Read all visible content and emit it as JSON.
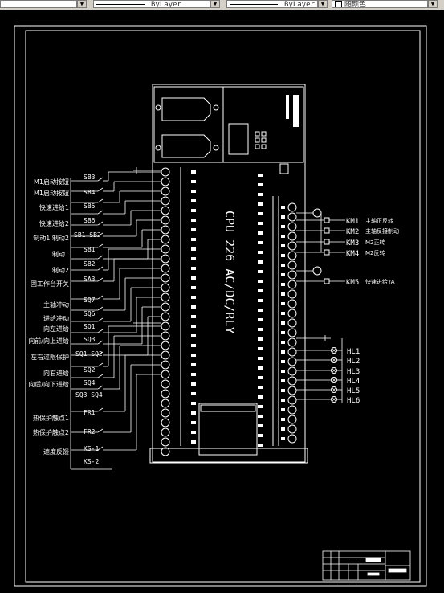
{
  "toolbar": {
    "linetype": "ByLayer",
    "lineweight": "ByLayer",
    "color": "随颜色"
  },
  "plc": {
    "cpu_label": "CPU 226 AC/DC/RLY"
  },
  "input_labels": [
    "M1启动按钮",
    "M1启动按钮",
    "快速进给1",
    "快速进给2",
    "制动1 制动2",
    "制动1",
    "制动2",
    "固工作台开关",
    "主轴冲动",
    "进给冲动",
    "向左进给",
    "向前/向上进给",
    "左右过限保护",
    "向右进给",
    "向后/向下进给",
    "热保护触点1",
    "热保护触点2",
    "速度反馈"
  ],
  "contact_labels": [
    "SB3",
    "SB4",
    "SB5",
    "SB6",
    "SB1 SB2",
    "SB1",
    "SB2",
    "SA3",
    "SQ7",
    "SQ6",
    "SQ1",
    "SQ3",
    "SQ1 SQ2",
    "SQ2",
    "SQ4",
    "SQ3 SQ4",
    "FR1",
    "FR2",
    "KS-1",
    "KS-2"
  ],
  "outputs": [
    {
      "tag": "KM1",
      "desc": "主轴正反转"
    },
    {
      "tag": "KM2",
      "desc": "主轴反接制动"
    },
    {
      "tag": "KM3",
      "desc": "M2正转"
    },
    {
      "tag": "KM4",
      "desc": "M2反转"
    },
    {
      "tag": "KM5",
      "desc": "快速进给YA"
    }
  ],
  "lamps": [
    "HL1",
    "HL2",
    "HL3",
    "HL4",
    "HL5",
    "HL6"
  ]
}
